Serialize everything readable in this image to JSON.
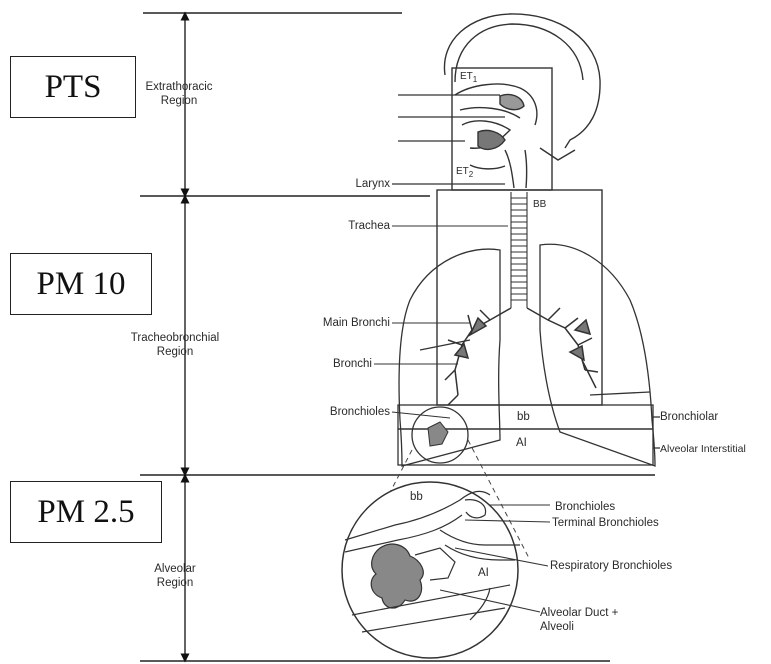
{
  "pm_boxes": {
    "pts": "PTS",
    "pm10": "PM 10",
    "pm25": "PM 2.5"
  },
  "regions": {
    "extrathoracic": [
      "Extrathoracic",
      "Region"
    ],
    "tracheobronchial": [
      "Tracheobronchial",
      "Region"
    ],
    "alveolar": [
      "Alveolar",
      "Region"
    ]
  },
  "left_labels": {
    "larynx": "Larynx",
    "trachea": "Trachea",
    "main_bronchi": "Main Bronchi",
    "bronchi": "Bronchi",
    "bronchioles": "Bronchioles"
  },
  "compartments": {
    "et1": "ET",
    "et1_sub": "1",
    "et2": "ET",
    "et2_sub": "2",
    "bb_upper": "BB",
    "bb_lower": "bb",
    "ai": "AI",
    "bb_circle": "bb",
    "ai_circle": "AI"
  },
  "right_labels": {
    "bronchiolar": "Bronchiolar",
    "alveolar_interstitial": "Alveolar Interstitial",
    "bronchioles": "Bronchioles",
    "terminal_bronchioles": "Terminal Bronchioles",
    "respiratory_bronchioles": "Respiratory Bronchioles",
    "alveolar_duct": [
      "Alveolar Duct +",
      "Alveoli"
    ]
  }
}
